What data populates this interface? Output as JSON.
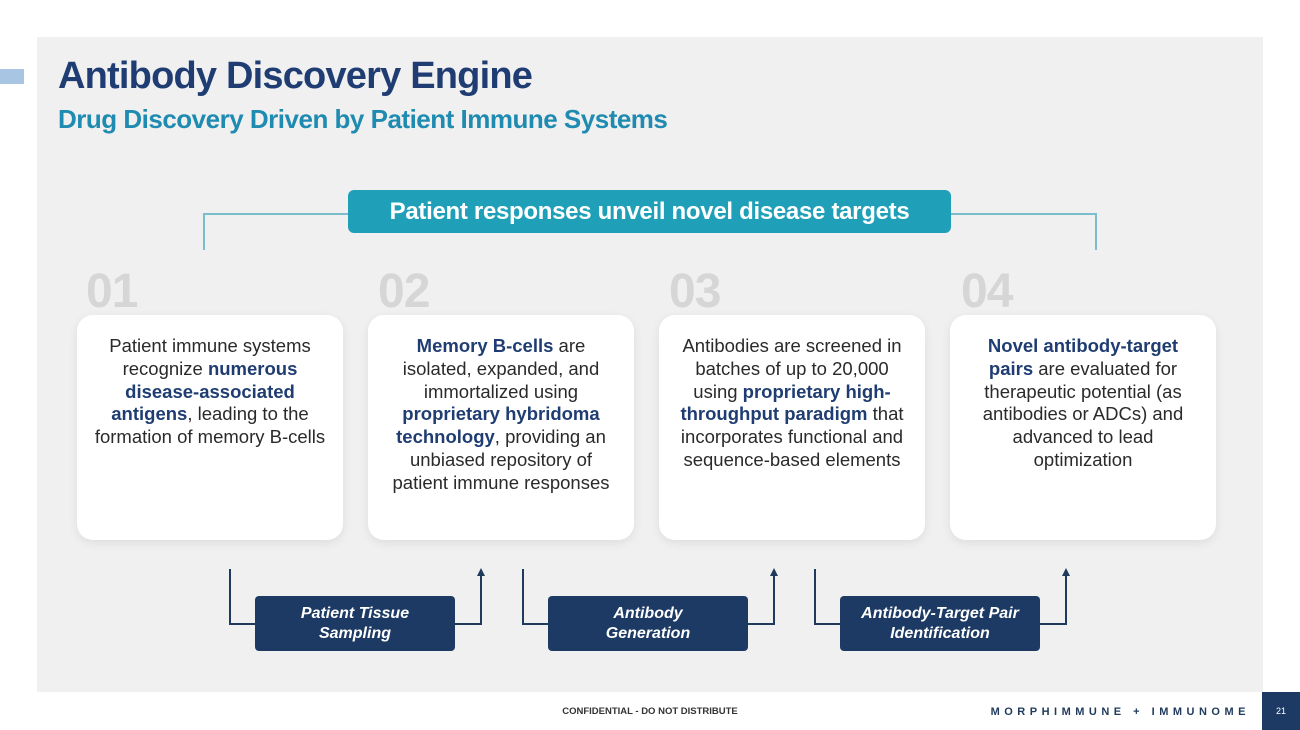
{
  "header": {
    "title": "Antibody Discovery Engine",
    "subtitle": "Drug Discovery Driven by Patient Immune Systems"
  },
  "banner": "Patient responses unveil novel disease targets",
  "steps": [
    {
      "number": "01",
      "segments": [
        {
          "text": "Patient immune systems recognize ",
          "bold": false
        },
        {
          "text": "numerous disease-associated antigens",
          "bold": true
        },
        {
          "text": ", leading to the formation of memory B-cells",
          "bold": false
        }
      ]
    },
    {
      "number": "02",
      "segments": [
        {
          "text": "Memory B-cells",
          "bold": true
        },
        {
          "text": " are isolated, expanded, and immortalized using ",
          "bold": false
        },
        {
          "text": "proprietary hybridoma technology",
          "bold": true
        },
        {
          "text": ", providing an unbiased repository of patient immune responses",
          "bold": false
        }
      ]
    },
    {
      "number": "03",
      "segments": [
        {
          "text": "Antibodies are screened in batches of up to 20,000 using ",
          "bold": false
        },
        {
          "text": "proprietary high-throughput paradigm",
          "bold": true
        },
        {
          "text": " that incorporates functional and sequence-based elements",
          "bold": false
        }
      ]
    },
    {
      "number": "04",
      "segments": [
        {
          "text": "Novel antibody-target pairs",
          "bold": true
        },
        {
          "text": " are evaluated for therapeutic potential (as antibodies or ADCs) and advanced to lead optimization",
          "bold": false
        }
      ]
    }
  ],
  "processes": [
    {
      "line1": "Patient Tissue",
      "line2": "Sampling"
    },
    {
      "line1": "Antibody",
      "line2": "Generation"
    },
    {
      "line1": "Antibody-Target Pair",
      "line2": "Identification"
    }
  ],
  "footer": {
    "confidential": "CONFIDENTIAL - DO NOT DISTRIBUTE",
    "brand": "MORPHIMMUNE + IMMUNOME",
    "page": "21"
  },
  "colors": {
    "title": "#1f3d72",
    "subtitle": "#1f8bb0",
    "banner": "#1fa0b8",
    "process_box": "#1c3a63",
    "panel": "#f0f0f0"
  }
}
